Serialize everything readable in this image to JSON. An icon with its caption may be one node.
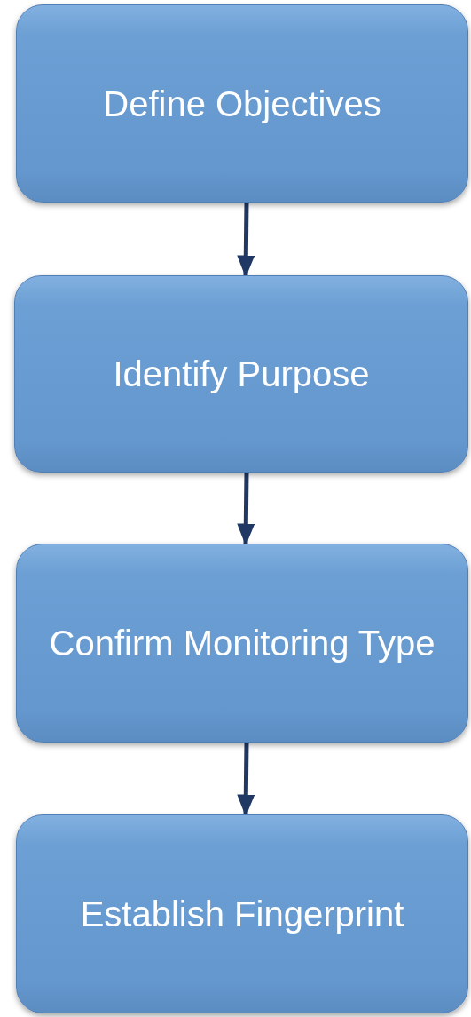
{
  "diagram": {
    "nodes": [
      {
        "text": [
          "Define Objectives"
        ]
      },
      {
        "text": [
          "Identify Purpose"
        ]
      },
      {
        "text": [
          "Confirm Monitoring Type"
        ]
      },
      {
        "text": [
          "Establish Fingerprint"
        ]
      }
    ],
    "edges": [
      {
        "from": 0,
        "to": 1,
        "arrow": "to"
      },
      {
        "from": 1,
        "to": 2,
        "arrow": "to"
      },
      {
        "from": 2,
        "to": 3,
        "arrow": "to"
      }
    ]
  }
}
